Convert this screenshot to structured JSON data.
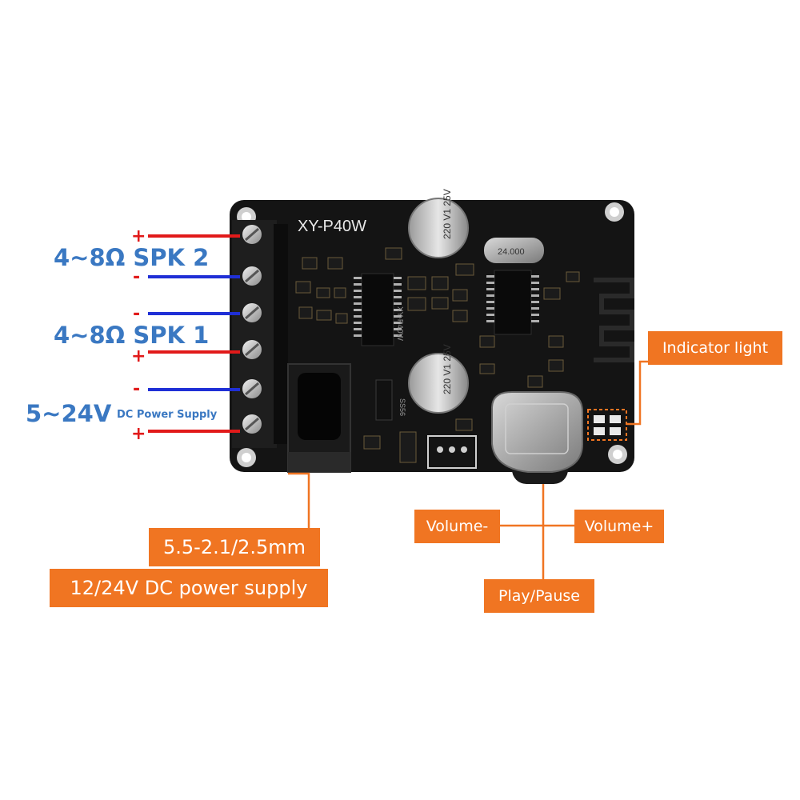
{
  "board": {
    "model_silkscreen": "XY-P40W",
    "ic_marking": "XY-P40W",
    "cap_marking_top": "220 V1 25V",
    "cap_marking_bottom": "220 V1 25V",
    "crystal_marking": "24.000",
    "diode_marking": "SS56"
  },
  "terminals": {
    "spk2_label": "4~8Ω SPK 2",
    "spk1_label": "4~8Ω SPK 1",
    "power_label": "5~24V",
    "power_sub_label": "DC Power Supply",
    "plus": "+",
    "minus": "-"
  },
  "callouts": {
    "indicator": "Indicator light",
    "jack_size": "5.5-2.1/2.5mm",
    "jack_supply": "12/24V DC power supply",
    "volume_minus": "Volume-",
    "volume_plus": "Volume+",
    "play_pause": "Play/Pause"
  },
  "colors": {
    "callout": "#f07522",
    "wire_positive": "#e11a1a",
    "wire_negative": "#1f2fd6",
    "label_text": "#3a78c2",
    "pcb": "#141414"
  }
}
